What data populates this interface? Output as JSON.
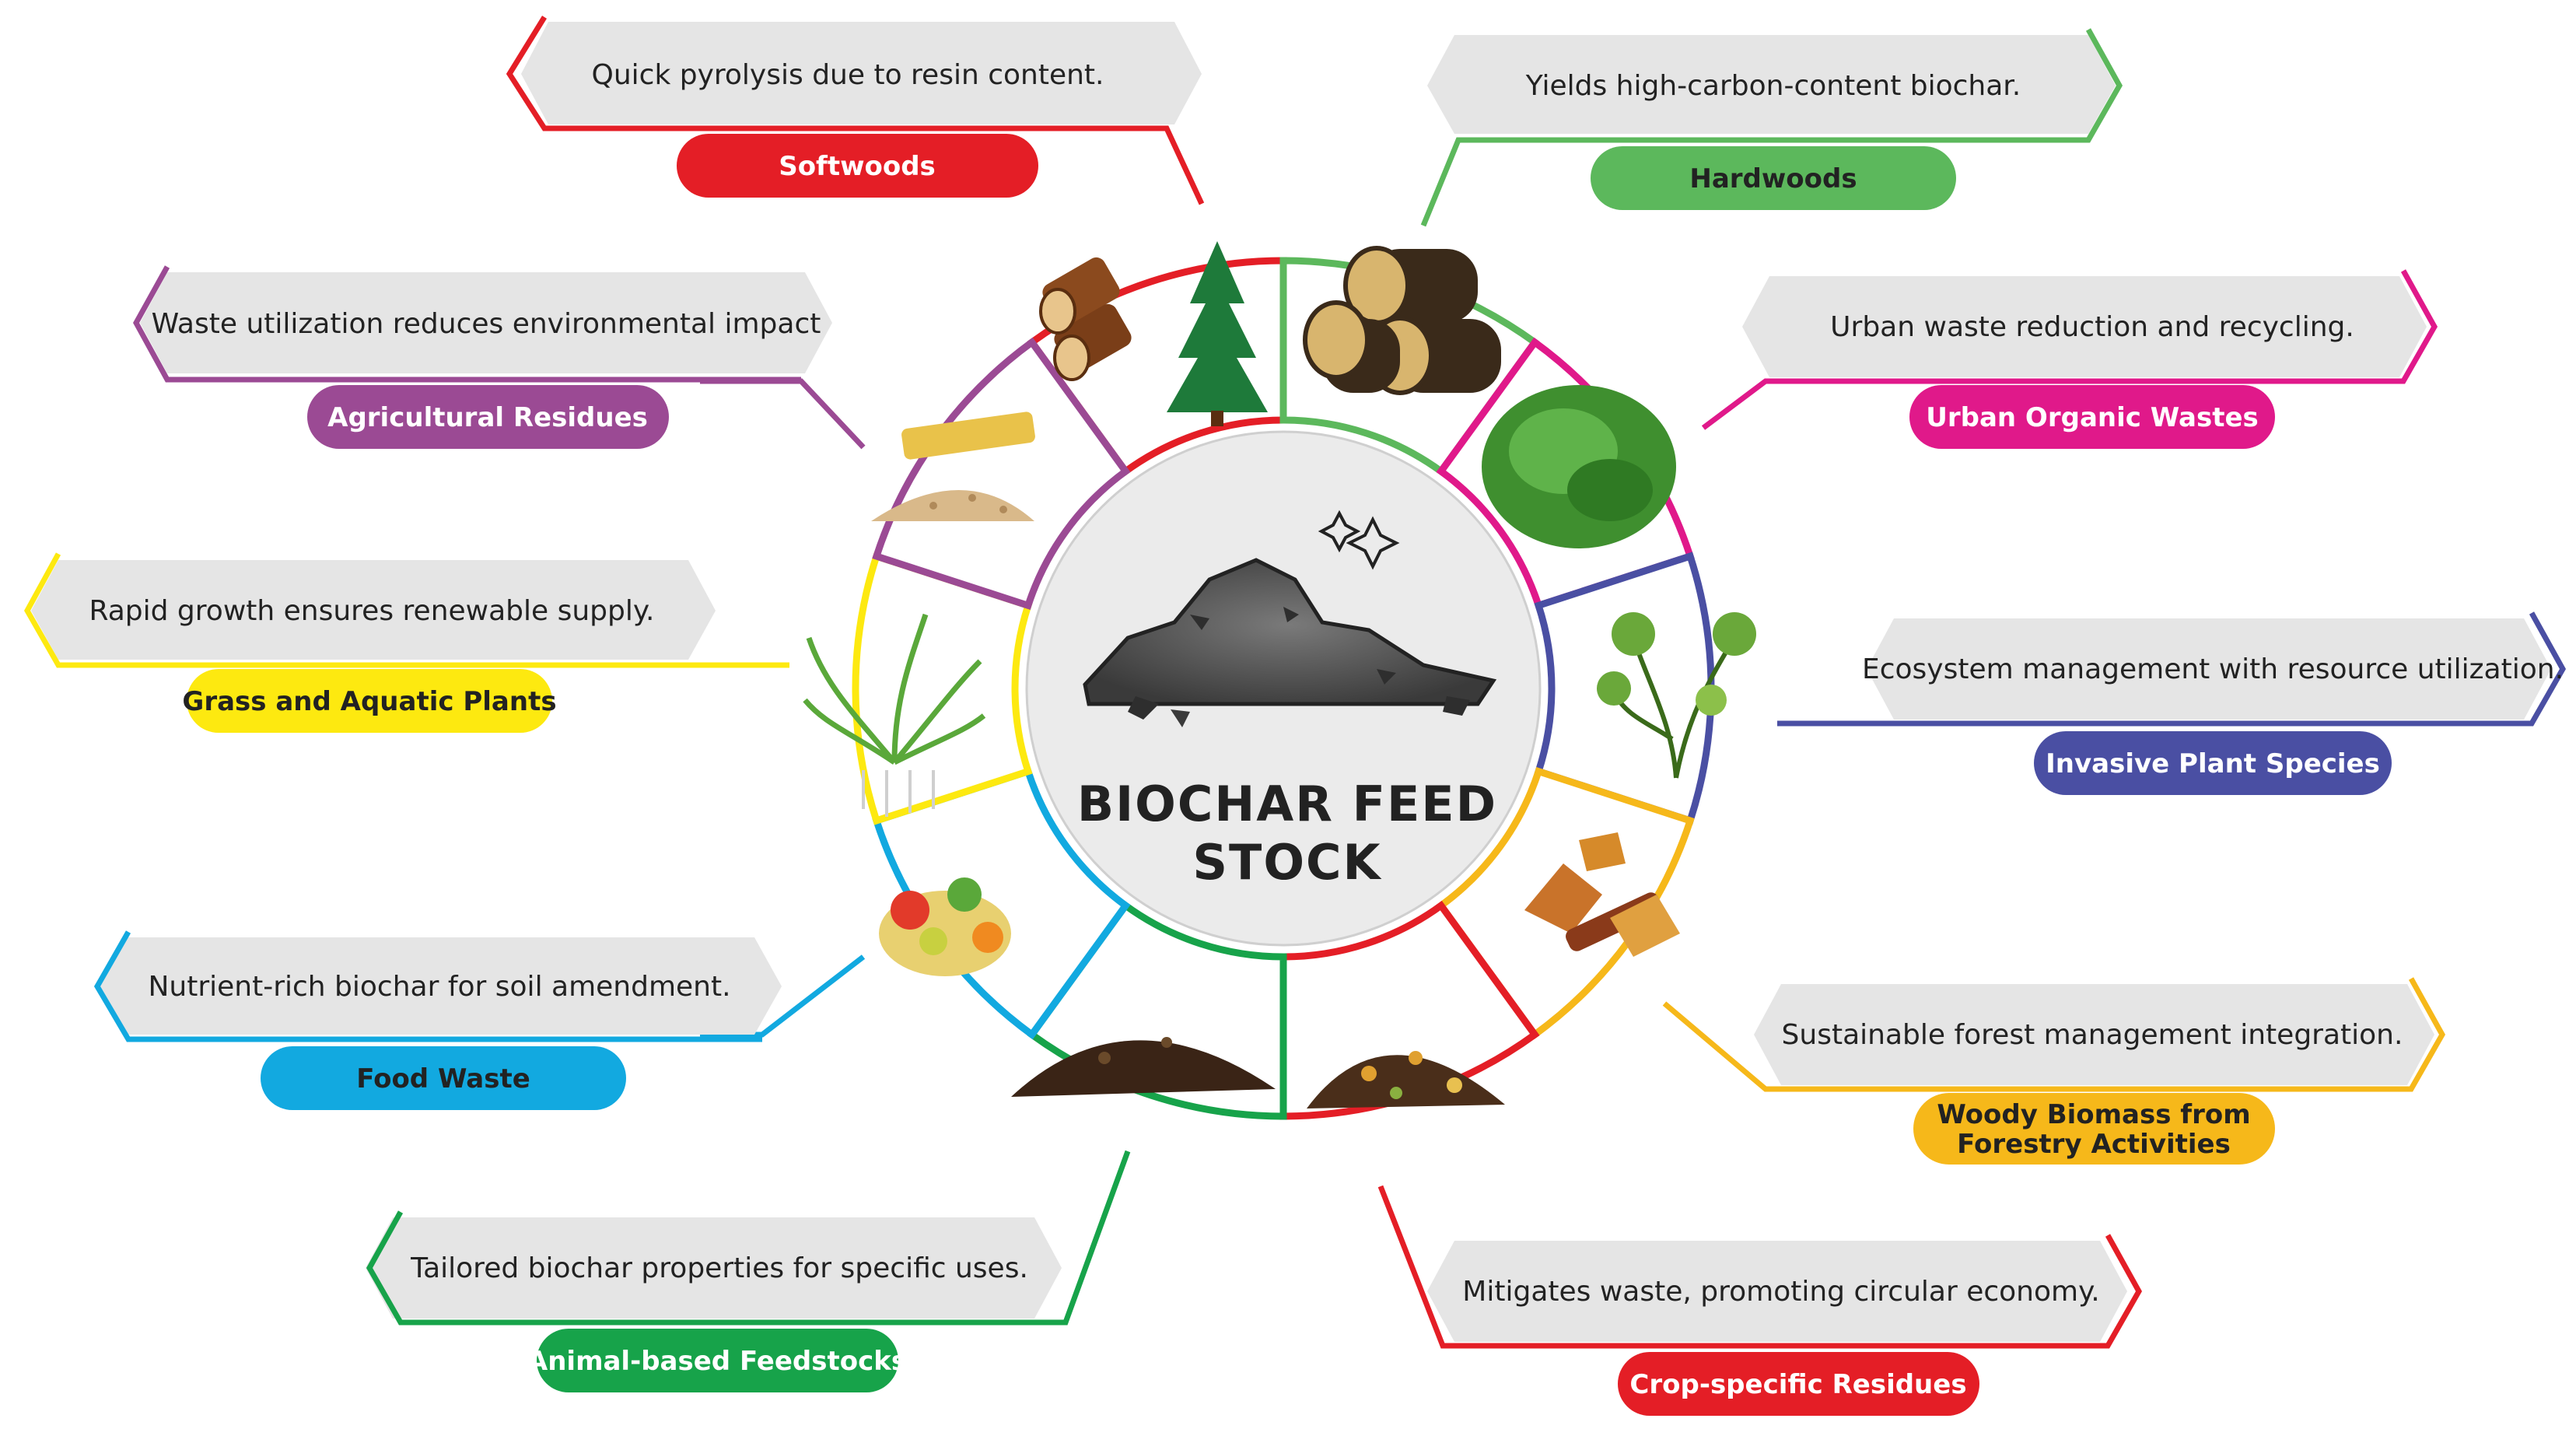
{
  "center": {
    "title_line1": "BIOCHAR FEED",
    "title_line2": "STOCK"
  },
  "feedstocks": [
    {
      "label": "Softwoods",
      "description": "Quick pyrolysis due to resin content.",
      "color": "#e41e26",
      "icon": "logs-and-pine-tree-icon"
    },
    {
      "label": "Hardwoods",
      "description": "Yields high-carbon-content biochar.",
      "color": "#5cb85c",
      "icon": "hardwood-logs-icon"
    },
    {
      "label": "Urban Organic Wastes",
      "description": "Urban waste reduction and recycling.",
      "color": "#e0198a",
      "icon": "grass-clippings-icon"
    },
    {
      "label": "Invasive Plant Species",
      "description": "Ecosystem management with resource utilization.",
      "color": "#4a4fa3",
      "icon": "invasive-plant-icon"
    },
    {
      "label_line1": "Woody Biomass from",
      "label_line2": "Forestry Activities",
      "description": "Sustainable forest management integration.",
      "color": "#f6b81a",
      "icon": "wood-chips-icon"
    },
    {
      "label": "Crop-specific Residues",
      "description": "Mitigates waste, promoting circular economy.",
      "color": "#e41e26",
      "icon": "crop-residue-pile-icon"
    },
    {
      "label": "Animal-based Feedstocks",
      "description": "Tailored biochar properties for specific uses.",
      "color": "#17a34a",
      "icon": "manure-pile-icon"
    },
    {
      "label": "Food Waste",
      "description": "Nutrient-rich biochar for soil amendment.",
      "color": "#12a9e0",
      "icon": "food-waste-icon"
    },
    {
      "label": "Grass and Aquatic Plants",
      "description": "Rapid growth ensures renewable supply.",
      "color": "#fde910",
      "icon": "aquatic-grass-icon"
    },
    {
      "label": "Agricultural Residues",
      "description": "Waste utilization reduces environmental impact",
      "color": "#9b4a94",
      "icon": "straw-and-husk-icon"
    }
  ]
}
